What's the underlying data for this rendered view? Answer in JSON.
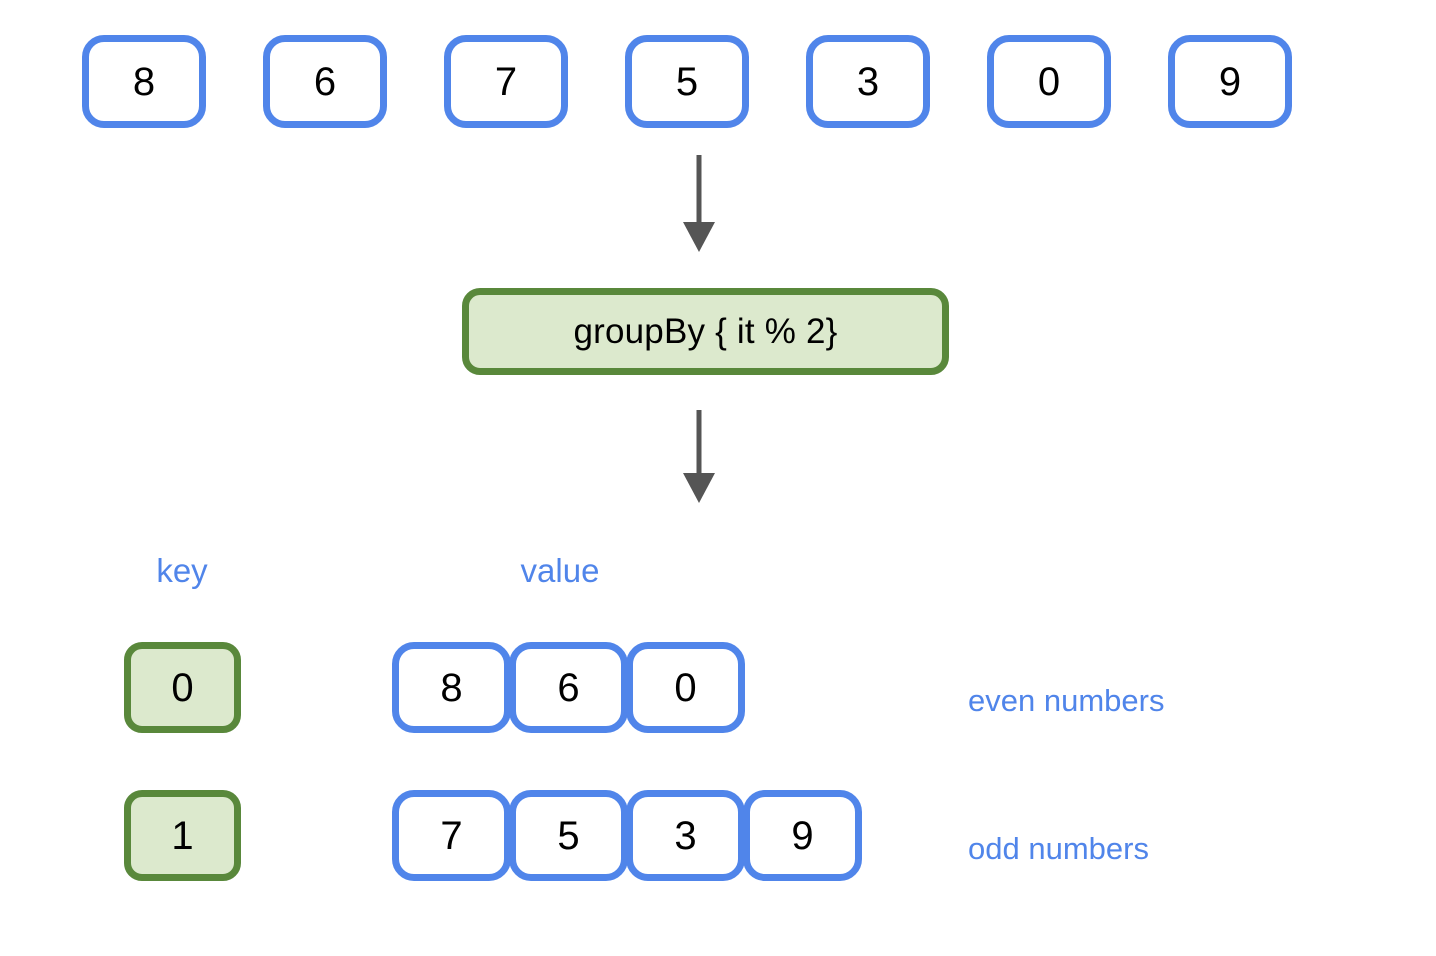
{
  "diagram": {
    "title": "groupBy { it % 2} grouping diagram",
    "colors": {
      "blue": "#5085ea",
      "green_border": "#59883b",
      "green_fill": "#dce9cd",
      "arrow": "#555555",
      "background": "#ffffff",
      "number_text": "#000000"
    }
  },
  "input": {
    "items": [
      {
        "value": "8"
      },
      {
        "value": "6"
      },
      {
        "value": "7"
      },
      {
        "value": "5"
      },
      {
        "value": "3"
      },
      {
        "value": "0"
      },
      {
        "value": "9"
      }
    ]
  },
  "operation": {
    "label": "groupBy { it % 2}"
  },
  "arrows": [
    {
      "name": "arrow-input-to-operation"
    },
    {
      "name": "arrow-operation-to-result"
    }
  ],
  "result": {
    "headers": {
      "key": "key",
      "value": "value"
    },
    "rows": [
      {
        "key": "0",
        "values": [
          "8",
          "6",
          "0"
        ],
        "note": "even numbers"
      },
      {
        "key": "1",
        "values": [
          "7",
          "5",
          "3",
          "9"
        ],
        "note": "odd numbers"
      }
    ]
  }
}
